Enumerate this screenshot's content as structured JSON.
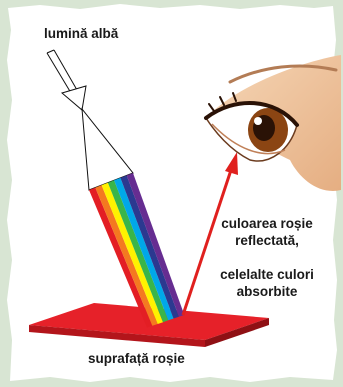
{
  "labels": {
    "incoming_light": "lumină albă",
    "reflected_line1": "culoarea roșie",
    "reflected_line2": "reflectată,",
    "absorbed_line1": "celelalte culori",
    "absorbed_line2": "absorbite",
    "surface": "suprafață roșie"
  },
  "colors": {
    "background": "#d8e5d3",
    "card": "#ffffff",
    "surface": "#e62129",
    "reflected_arrow": "#e0201e",
    "spectrum": [
      "#e31e24",
      "#f47920",
      "#fff200",
      "#39b54a",
      "#00a8e8",
      "#2b3990",
      "#662d91"
    ]
  },
  "icons": [
    "eye-icon"
  ]
}
